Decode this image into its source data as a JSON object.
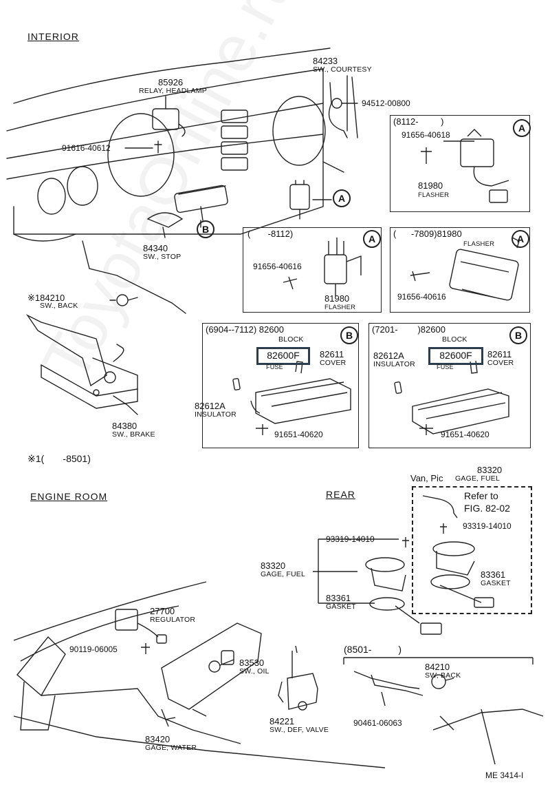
{
  "sections": {
    "interior": "INTERIOR",
    "engine_room": "ENGINE ROOM",
    "rear": "REAR"
  },
  "interior": {
    "relay_headlamp": {
      "part": "85926",
      "name": "RELAY, HEADLAMP"
    },
    "screw_1": "91616-40612",
    "sw_courtesy": {
      "part": "84233",
      "name": "SW., COURTESY"
    },
    "nut_1": "94512-00800",
    "sw_stop": {
      "part": "84340",
      "name": "SW., STOP"
    },
    "sw_back": {
      "part": "※184210",
      "name": "SW., BACK"
    },
    "sw_brake": {
      "part": "84380",
      "name": "SW., BRAKE"
    },
    "note": "※1(       -8501)",
    "callout_a": "A",
    "callout_b": "B"
  },
  "panel_flasher_new": {
    "range": "(8112-         )",
    "screw": "91656-40618",
    "flasher": {
      "part": "81980",
      "name": "FLASHER"
    },
    "badge": "A"
  },
  "panel_flasher_mid": {
    "range": "(       -8112)",
    "screw": "91656-40616",
    "flasher": {
      "part": "81980",
      "name": "FLASHER"
    },
    "badge": "A"
  },
  "panel_flasher_old": {
    "range": "(      -7809)81980",
    "flasher_name": "FLASHER",
    "screw": "91656-40616",
    "badge": "A"
  },
  "panel_block_old": {
    "range": "(6904--7112) 82600",
    "block": "BLOCK",
    "fuse": "82600F",
    "fuse_name": "FUSE",
    "cover": {
      "part": "82611",
      "name": "COVER"
    },
    "insulator": {
      "part": "82612A",
      "name": "INSULATOR"
    },
    "screw": "91651-40620",
    "badge": "B"
  },
  "panel_block_new": {
    "range": "(7201-        )82600",
    "block": "BLOCK",
    "insulator": {
      "part": "82612A",
      "name": "INSULATOR"
    },
    "fuse": "82600F",
    "fuse_name": "FUSE",
    "cover": {
      "part": "82611",
      "name": "COVER"
    },
    "screw": "91651-40620",
    "badge": "B"
  },
  "rear": {
    "van_gage": {
      "part": "83320",
      "prefix": "Van, Pic",
      "name": "GAGE, FUEL"
    },
    "refer_1": "Refer to",
    "refer_2": "FIG. 82-02",
    "van_screw": "93319-14010",
    "van_gasket": {
      "part": "83361",
      "name": "GASKET"
    },
    "screw": "93319-14010",
    "gage": {
      "part": "83320",
      "name": "GAGE, FUEL"
    },
    "gasket": {
      "part": "83361",
      "name": "GASKET"
    }
  },
  "engine": {
    "regulator": {
      "part": "27700",
      "name": "REGULATOR"
    },
    "screw": "90119-06005",
    "sw_oil": {
      "part": "83530",
      "name": "SW., OIL"
    },
    "gage_water": {
      "part": "83420",
      "name": "GAGE, WATER"
    },
    "sw_def": {
      "part": "84221",
      "name": "SW., DEF, VALVE"
    }
  },
  "panel_back_sw": {
    "range": "(8501-          )",
    "sw_back": {
      "part": "84210",
      "name": "SW, BACK"
    },
    "clip": "90461-06063"
  },
  "figure_code": "ME 3414-I",
  "colors": {
    "highlight": "#2b3d4f",
    "ink": "#222222"
  }
}
